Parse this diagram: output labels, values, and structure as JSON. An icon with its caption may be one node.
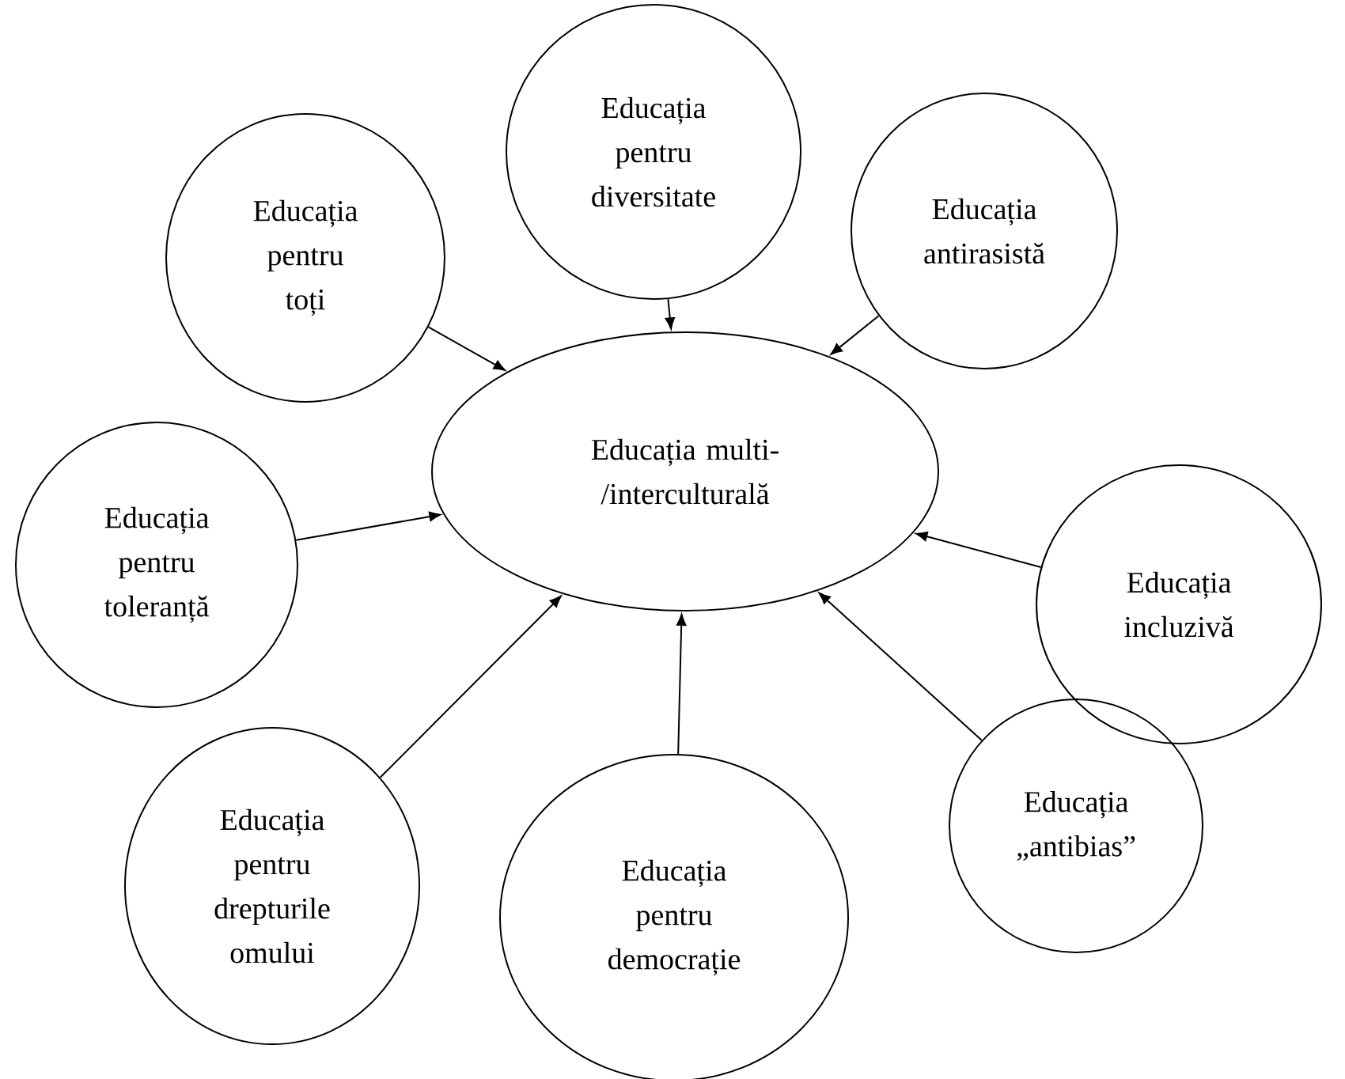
{
  "diagram": {
    "nodes": [
      {
        "text": [
          "Educația pentru toți"
        ]
      },
      {
        "text": [
          "Educația pentru diversitate"
        ]
      },
      {
        "text": [
          "Educația antirasistă"
        ]
      },
      {
        "text": [
          "Educația pentru toleranță"
        ]
      },
      {
        "text": [
          "Educația multi- /interculturală"
        ]
      },
      {
        "text": [
          "Educația incluzivă"
        ]
      },
      {
        "text": [
          "Educația pentru drepturile omului"
        ]
      },
      {
        "text": [
          "Educația pentru democrație"
        ]
      },
      {
        "text": [
          "Educația „antibias”"
        ]
      }
    ],
    "edges": [
      {
        "from": 0,
        "to": 4,
        "arrow": "to"
      },
      {
        "from": 1,
        "to": 4,
        "arrow": "to"
      },
      {
        "from": 2,
        "to": 4,
        "arrow": "to"
      },
      {
        "from": 3,
        "to": 4,
        "arrow": "to"
      },
      {
        "from": 5,
        "to": 4,
        "arrow": "to"
      },
      {
        "from": 6,
        "to": 4,
        "arrow": "to"
      },
      {
        "from": 7,
        "to": 4,
        "arrow": "to"
      },
      {
        "from": 8,
        "to": 4,
        "arrow": "to"
      }
    ]
  }
}
